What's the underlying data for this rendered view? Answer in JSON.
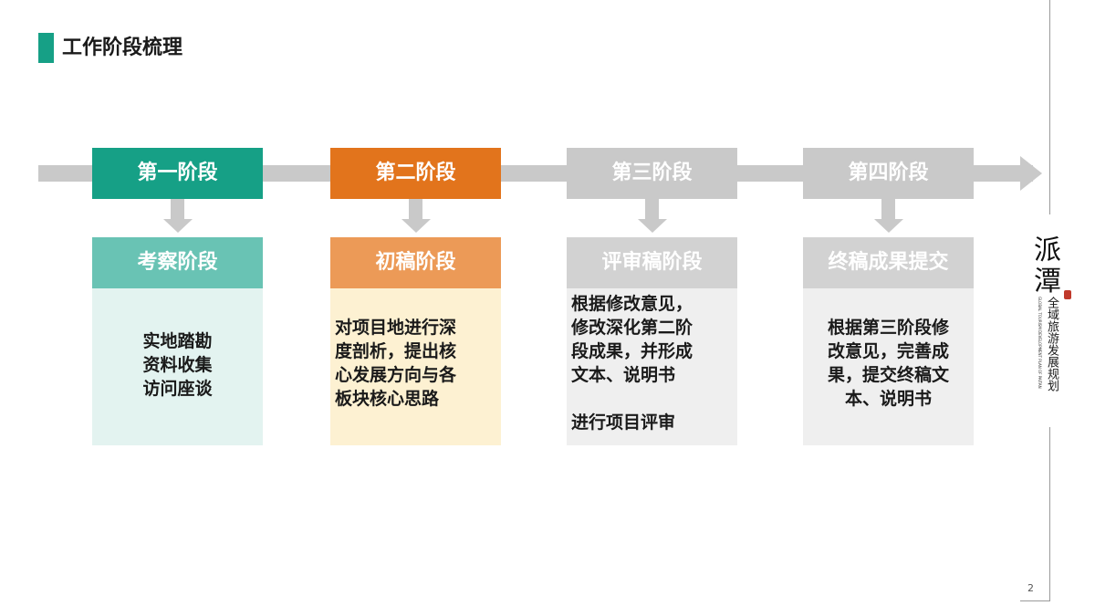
{
  "title": "工作阶段梳理",
  "colors": {
    "accent": "#16a086",
    "stage1": "#16a086",
    "stage2": "#e2741c",
    "inactive": "#c9c9c9"
  },
  "stages": [
    {
      "header": "第一阶段",
      "sub": "考察阶段",
      "lines": [
        "实地踏勘",
        "资料收集",
        "访问座谈"
      ]
    },
    {
      "header": "第二阶段",
      "sub": "初稿阶段",
      "lines": [
        "对项目地进行深",
        "度剖析，提出核",
        "心发展方向与各",
        "板块核心思路"
      ]
    },
    {
      "header": "第三阶段",
      "sub": "评审稿阶段",
      "lines": [
        "根据修改意见，",
        "修改深化第二阶",
        "段成果，并形成",
        "文本、说明书",
        "",
        "进行项目评审"
      ]
    },
    {
      "header": "第四阶段",
      "sub": "终稿成果提交",
      "lines": [
        "根据第三阶段修",
        "改意见，完善成",
        "果，提交终稿文",
        "本、说明书"
      ]
    }
  ],
  "logo": {
    "calligraphy": "派潭",
    "vertical": "全域旅游发展规划",
    "tiny": "GLOBAL TOURISM DEVELOPMENT PLAN OF PAITAN"
  },
  "page_number": "2"
}
